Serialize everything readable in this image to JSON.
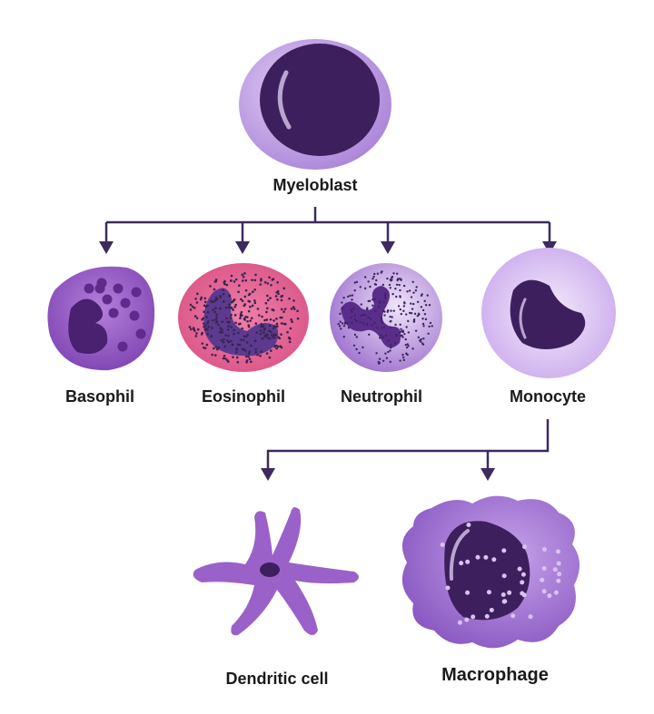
{
  "title": "Myeloblast",
  "cells": {
    "basophil": "Basophil",
    "eosinophil": "Eosinophil",
    "neutrophil": "Neutrophil",
    "monocyte": "Monocyte",
    "dendritic": "Dendritic cell",
    "macrophage": "Macrophage"
  },
  "colors": {
    "nucleus": "#3e1f5e",
    "cytoplasm": "#9b6cc9",
    "eosinophil": "#e5608f",
    "line": "#3d2a5e"
  }
}
